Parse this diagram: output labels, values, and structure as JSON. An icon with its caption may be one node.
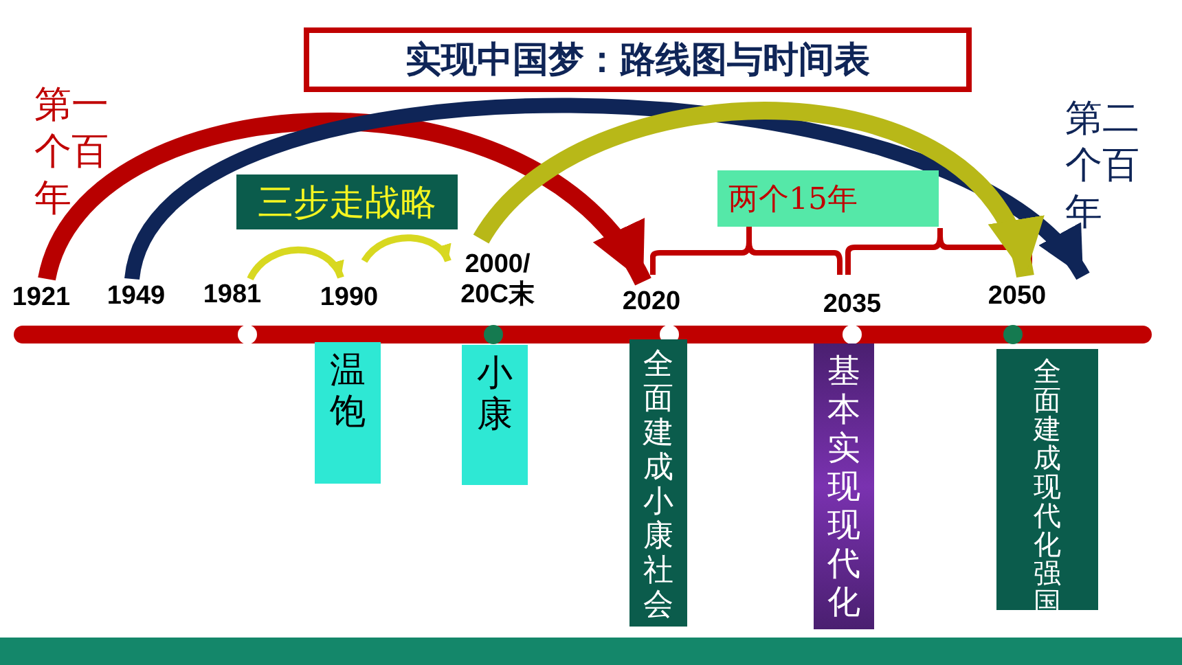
{
  "diagram": {
    "nodes": [
      {
        "text": [
          "实现中国梦：路线图与时间表"
        ]
      },
      {
        "text": [
          "三步走战略"
        ]
      },
      {
        "text": [
          "两个15年"
        ]
      },
      {
        "text": [
          "1921"
        ]
      },
      {
        "text": [
          "1949"
        ]
      },
      {
        "text": [
          "1981"
        ]
      },
      {
        "text": [
          "1990"
        ]
      },
      {
        "text": [
          "2000/ 20C末"
        ]
      },
      {
        "text": [
          "2020"
        ]
      },
      {
        "text": [
          "2050"
        ]
      },
      {
        "text": [
          "温饱"
        ]
      },
      {
        "text": [
          "小康"
        ]
      },
      {
        "text": [
          "全面建成小康社会"
        ]
      },
      {
        "text": [
          "基本实现现代化"
        ]
      },
      {
        "text": [
          "全面建成现代化强国"
        ]
      }
    ],
    "edges": [
      {
        "from": 3,
        "to": 8,
        "arrow": "to",
        "color": "#b80000"
      },
      {
        "from": 4,
        "to": 9,
        "arrow": "to",
        "color": "#0f2557"
      },
      {
        "from": 5,
        "to": 6,
        "arrow": "to",
        "color": "#d8d820"
      },
      {
        "from": 6,
        "to": 7,
        "arrow": "to",
        "color": "#d8d820"
      },
      {
        "from": 7,
        "to": 9,
        "arrow": "to",
        "color": "#b8b818"
      }
    ],
    "labels": [
      "第一个百年",
      "第二个百年",
      "2035"
    ]
  }
}
